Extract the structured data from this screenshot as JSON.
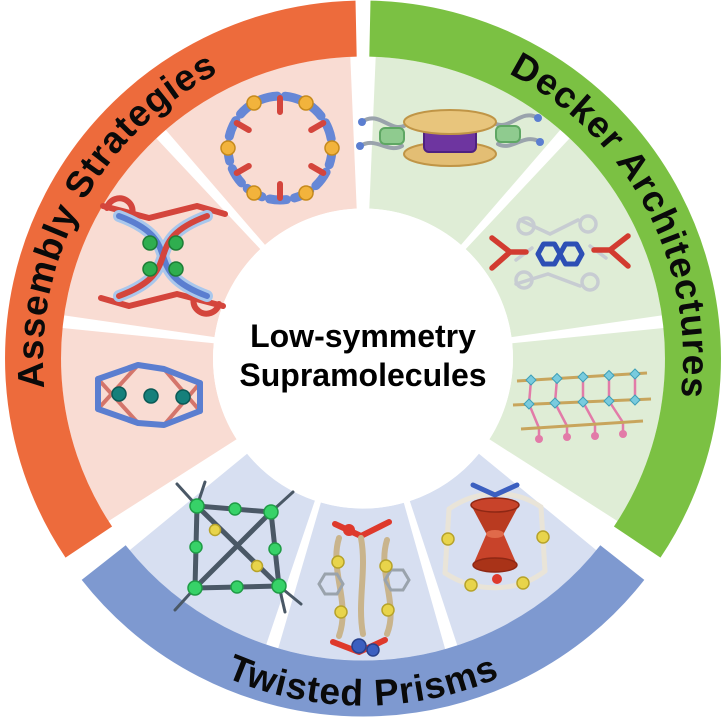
{
  "figure": {
    "center": {
      "title_line1": "Low-symmetry",
      "title_line2": "Supramolecules"
    },
    "sections": [
      {
        "id": "assembly-strategies",
        "label": "Assembly Strategies",
        "band_color": "#ED6B3C",
        "fill_color": "#F9DCD3",
        "label_color": "#0a0a0a"
      },
      {
        "id": "decker-architectures",
        "label": "Decker Architectures",
        "band_color": "#7BC143",
        "fill_color": "#DFEDD6",
        "label_color": "#0a0a0a"
      },
      {
        "id": "twisted-prisms",
        "label": "Twisted Prisms",
        "band_color": "#7E99D0",
        "fill_color": "#D7DFF1",
        "label_color": "#0a0a0a"
      }
    ],
    "molecule_icons": [
      {
        "id": "macrocycle-ring-icon",
        "section": "assembly-strategies"
      },
      {
        "id": "trefoil-knot-icon",
        "section": "assembly-strategies"
      },
      {
        "id": "metal-organic-cage-icon",
        "section": "assembly-strategies"
      },
      {
        "id": "double-decker-sandwich-icon",
        "section": "decker-architectures"
      },
      {
        "id": "stacked-ligand-complex-icon",
        "section": "decker-architectures"
      },
      {
        "id": "multi-layer-deck-icon",
        "section": "decker-architectures"
      },
      {
        "id": "twisted-prism-red-cups-icon",
        "section": "twisted-prisms"
      },
      {
        "id": "twisted-prism-tan-icon",
        "section": "twisted-prisms"
      },
      {
        "id": "twisted-prism-green-icon",
        "section": "twisted-prisms"
      }
    ]
  }
}
